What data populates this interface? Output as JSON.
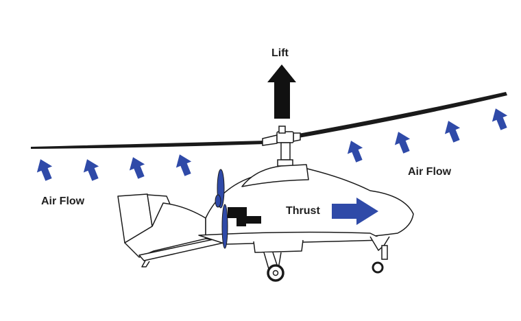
{
  "labels": {
    "lift": "Lift",
    "thrust": "Thrust",
    "air_flow_left": "Air Flow",
    "air_flow_right": "Air Flow"
  },
  "colors": {
    "flow_arrow": "#2f4aa8",
    "lift_arrow": "#111111",
    "outline": "#1a1a1a"
  }
}
